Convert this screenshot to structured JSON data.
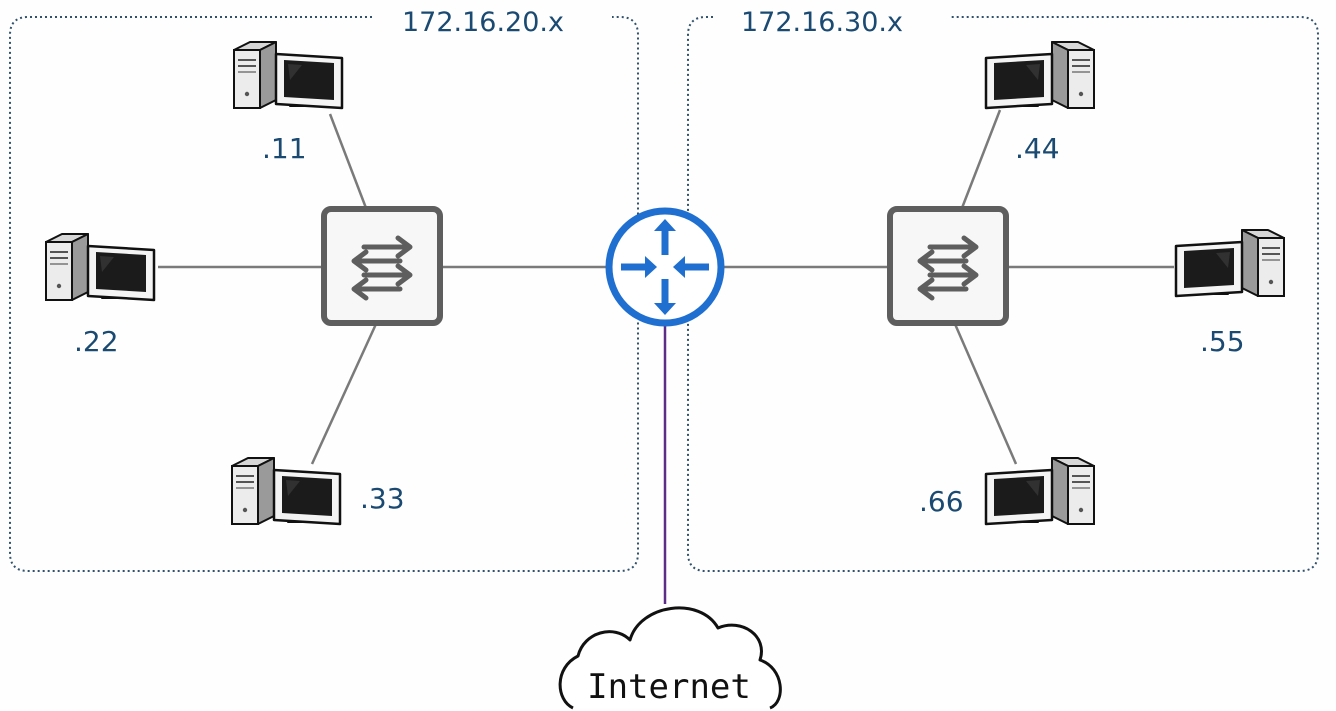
{
  "subnets": {
    "left": {
      "label": "172.16.20.x"
    },
    "right": {
      "label": "172.16.30.x"
    }
  },
  "hosts": {
    "h11": {
      "label": ".11"
    },
    "h22": {
      "label": ".22"
    },
    "h33": {
      "label": ".33"
    },
    "h44": {
      "label": ".44"
    },
    "h55": {
      "label": ".55"
    },
    "h66": {
      "label": ".66"
    }
  },
  "devices": {
    "switch_left": {
      "icon": "switch-icon"
    },
    "switch_right": {
      "icon": "switch-icon"
    },
    "router": {
      "icon": "router-icon"
    },
    "cloud": {
      "icon": "cloud-icon",
      "label": "Internet"
    }
  },
  "colors": {
    "subnet_border": "#31526e",
    "label_text": "#1a4a72",
    "link": "#7a7a7a",
    "internet_link": "#5b2d86",
    "router_ring": "#1f6fd1",
    "router_arrow": "#1f6fd1",
    "switch_border": "#5e5e5e"
  }
}
